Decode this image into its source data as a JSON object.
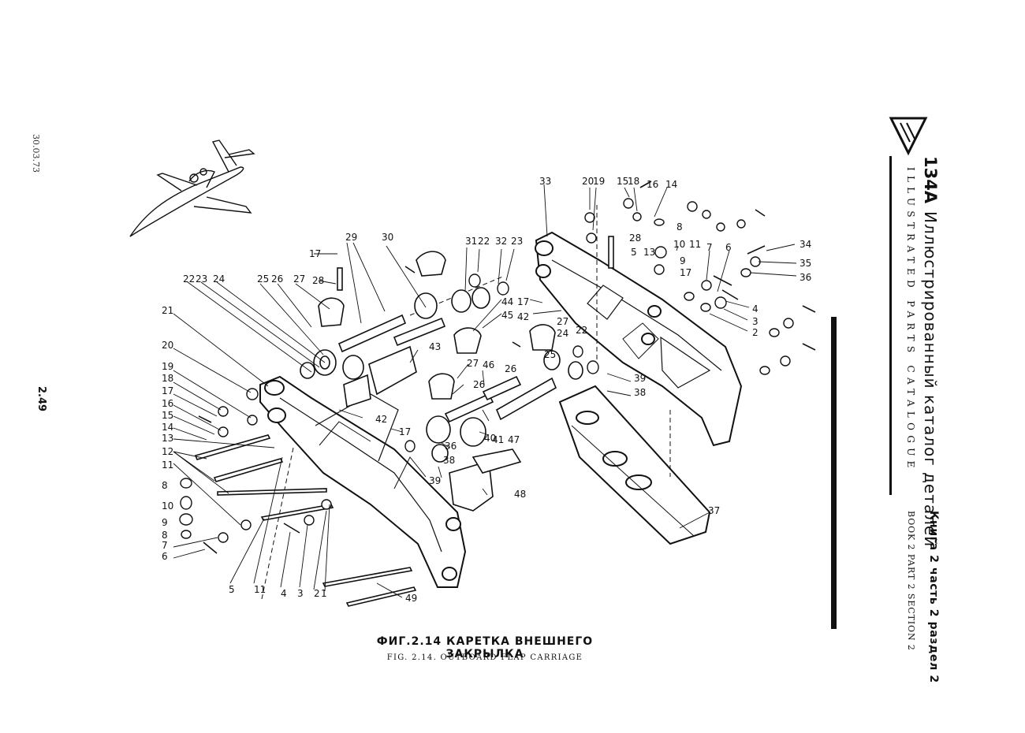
{
  "page_number": "2.49",
  "date_stamp": "30.03.73",
  "header": {
    "model": "134А",
    "title_ru": "Иллюстрированный каталог деталей",
    "title_en": "ILLUSTRATED PARTS CATALOGUE",
    "book_ru": "Книга 2 часть 2 раздел 2",
    "book_en": "BOOK 2 PART 2 SECTION 2"
  },
  "figure": {
    "caption_ru": "ФИГ.2.14 КАРЕТКА ВНЕШНЕГО ЗАКРЫЛКА",
    "caption_en": "FIG. 2.14. OUTBOARD FLAP CARRIAGE"
  },
  "callouts": [
    "1",
    "2",
    "3",
    "4",
    "5",
    "6",
    "7",
    "8",
    "9",
    "10",
    "11",
    "12",
    "13",
    "14",
    "15",
    "16",
    "17",
    "18",
    "19",
    "20",
    "21",
    "22",
    "23",
    "24",
    "25",
    "26",
    "27",
    "28",
    "29",
    "30",
    "31",
    "32",
    "33",
    "34",
    "35",
    "36",
    "37",
    "38",
    "39",
    "40",
    "41",
    "42",
    "43",
    "44",
    "45",
    "46",
    "47",
    "48",
    "49"
  ]
}
